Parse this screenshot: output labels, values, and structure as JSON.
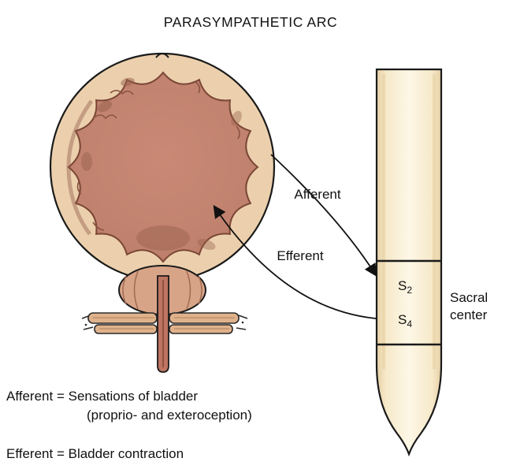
{
  "title": "PARASYMPATHETIC ARC",
  "arrows": {
    "afferent_label": "Afferent",
    "efferent_label": "Efferent"
  },
  "spinal_cord": {
    "segments": [
      {
        "base": "S",
        "sub": "2"
      },
      {
        "base": "S",
        "sub": "4"
      }
    ],
    "sacral_center_line1": "Sacral",
    "sacral_center_line2": "center"
  },
  "legend": {
    "afferent_line1": "Afferent = Sensations of bladder",
    "afferent_line2": "(proprio- and exteroception)",
    "efferent_line1": "Efferent = Bladder contraction"
  },
  "colors": {
    "outline": "#1a1a1a",
    "bladder_wall": "#ecd0ad",
    "bladder_lumen": "#c0826e",
    "prostate": "#d8a488",
    "muscle_band": "#e0b28c",
    "cord_fill": "#fdf6e3",
    "cord_edge": "#e6cfa4"
  }
}
